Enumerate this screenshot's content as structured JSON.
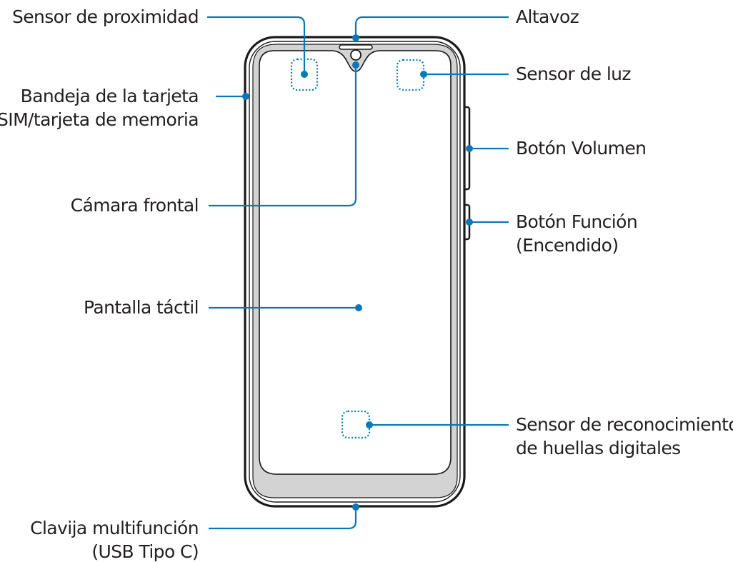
{
  "labels": {
    "proximity_sensor": [
      "Sensor de proximidad"
    ],
    "sim_tray": [
      "Bandeja de la tarjeta",
      "SIM/tarjeta de memoria"
    ],
    "front_camera": [
      "Cámara frontal"
    ],
    "touchscreen": [
      "Pantalla táctil"
    ],
    "multipurpose_jack": [
      "Clavija multifunción",
      "(USB Tipo C)"
    ],
    "speaker": [
      "Altavoz"
    ],
    "light_sensor": [
      "Sensor de luz"
    ],
    "volume_key": [
      "Botón Volumen"
    ],
    "side_key": [
      "Botón Función",
      "(Encendido)"
    ],
    "fingerprint_sensor": [
      "Sensor de reconocimiento",
      "de huellas digitales"
    ]
  },
  "colors": {
    "accent": "#0a78b8",
    "outline": "#1a1a1a",
    "bezel": "#cfcfcf",
    "text": "#231f20"
  }
}
